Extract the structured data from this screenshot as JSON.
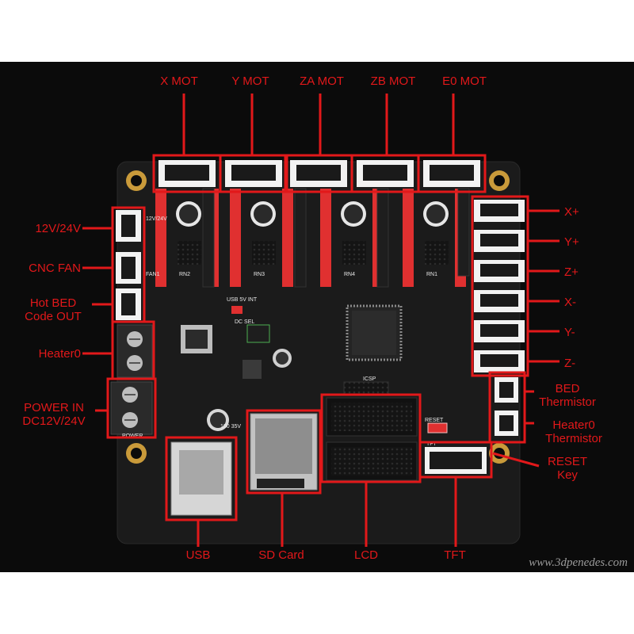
{
  "top_labels": [
    "X MOT",
    "Y MOT",
    "ZA MOT",
    "ZB MOT",
    "E0 MOT"
  ],
  "right_labels": [
    "X+",
    "Y+",
    "Z+",
    "X-",
    "Y-",
    "Z-"
  ],
  "left_labels": [
    "12V/24V",
    "CNC FAN",
    "Hot BED\nCode OUT",
    "Heater0",
    "POWER IN\nDC12V/24V"
  ],
  "right_lower_labels": [
    "BED\nThermistor",
    "Heater0\nThermistor",
    "RESET\nKey"
  ],
  "bottom_labels": [
    "USB",
    "SD Card",
    "LCD",
    "TFT"
  ],
  "silkscreen": {
    "usb_sel": "USB 5V INT",
    "dc_sel": "DC SEL",
    "icsp": "ICSP",
    "reset": "RESET",
    "tft": "TFT",
    "power": "POWER",
    "fan": "FAN1",
    "v12_24": "12V/24V",
    "rn": [
      "RN2",
      "RN3",
      "RN4",
      "RN1"
    ],
    "cap": "100 35V"
  },
  "watermark": "www.3dpenedes.com",
  "colors": {
    "label_red": "#e2181a",
    "board": "#1a1a1a",
    "header_red": "#e03030"
  }
}
